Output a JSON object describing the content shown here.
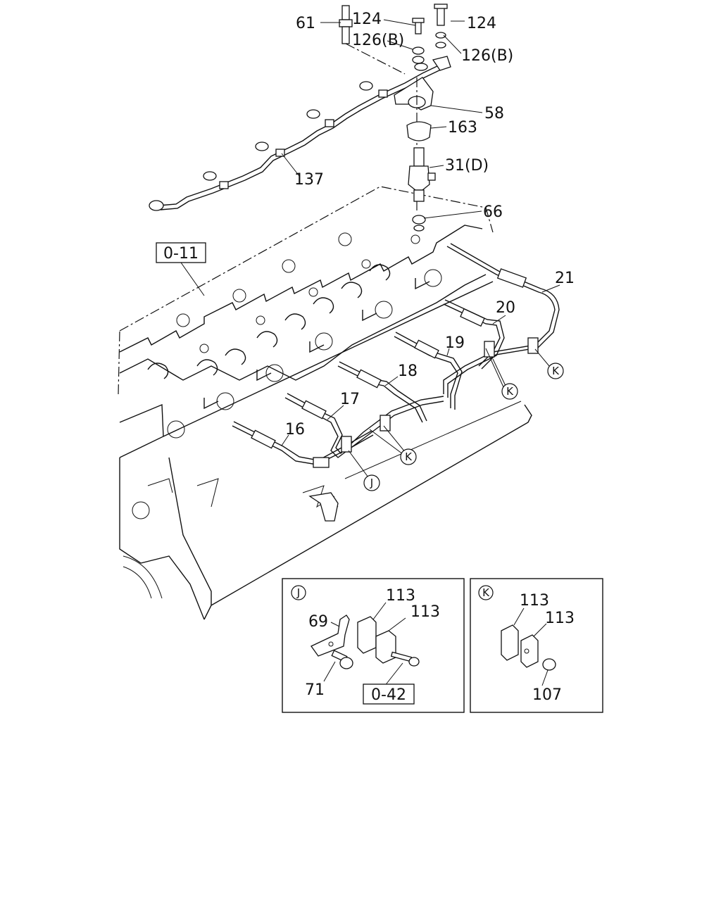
{
  "diagram": {
    "part_labels": {
      "p61": "61",
      "p124a": "124",
      "p124b": "124",
      "p126a": "126(B)",
      "p126b": "126(B)",
      "p58": "58",
      "p163": "163",
      "p31": "31(D)",
      "p137": "137",
      "p66": "66",
      "p21": "21",
      "p20": "20",
      "p19": "19",
      "p18": "18",
      "p17": "17",
      "p16": "16"
    },
    "ref_boxes": {
      "r011": "0-11",
      "r042": "0-42"
    },
    "callouts": {
      "k1": "K",
      "k2": "K",
      "k3": "K",
      "j1": "J"
    },
    "detail_j": {
      "tag": "J",
      "labels": {
        "p113a": "113",
        "p113b": "113",
        "p69": "69",
        "p71": "71"
      }
    },
    "detail_k": {
      "tag": "K",
      "labels": {
        "p113a": "113",
        "p113b": "113",
        "p107": "107"
      }
    }
  }
}
